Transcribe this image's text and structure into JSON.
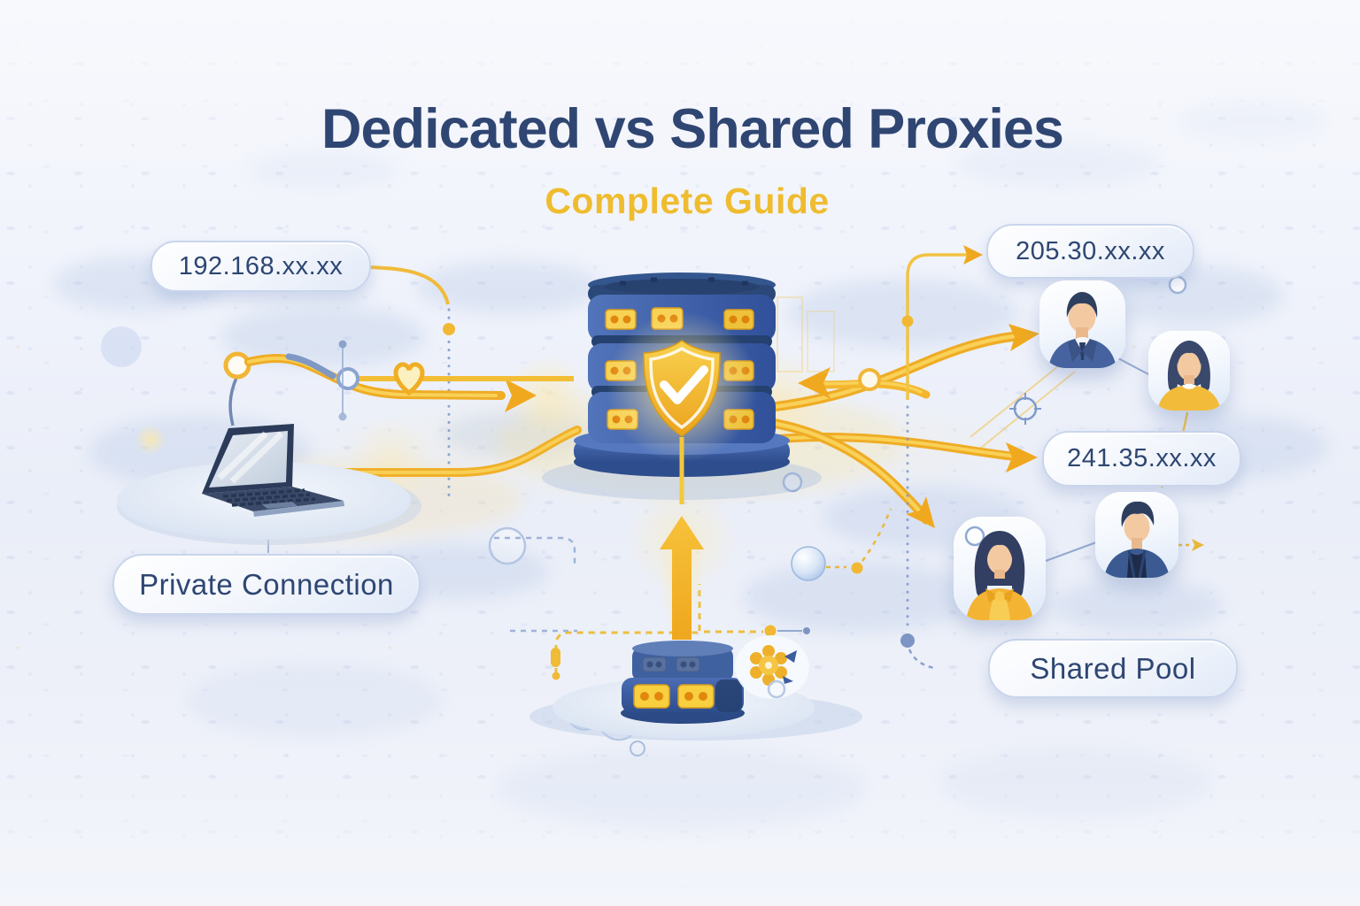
{
  "header": {
    "title": "Dedicated vs Shared Proxies",
    "subtitle": "Complete Guide"
  },
  "dedicated_side": {
    "ip_label": "192.168.xx.xx",
    "connection_label": "Private Connection"
  },
  "shared_side": {
    "ip_label_top": "205.30.xx.xx",
    "ip_label_bottom": "241.35.xx.xx",
    "pool_label": "Shared Pool"
  },
  "icons": {
    "client_device": "laptop-icon",
    "central_node": "proxy-server-icon",
    "security": "shield-check-icon",
    "secondary_node": "backup-server-icon",
    "users": [
      "user-avatar-male-icon",
      "user-avatar-female-icon",
      "user-avatar-female-icon",
      "user-avatar-male-icon"
    ],
    "settings": "gear-icon"
  },
  "colors": {
    "title_navy": "#304672",
    "accent_gold": "#f2b32c",
    "server_blue": "#3d5fa8",
    "label_text": "#2e4672",
    "background": "#eef1f9"
  }
}
